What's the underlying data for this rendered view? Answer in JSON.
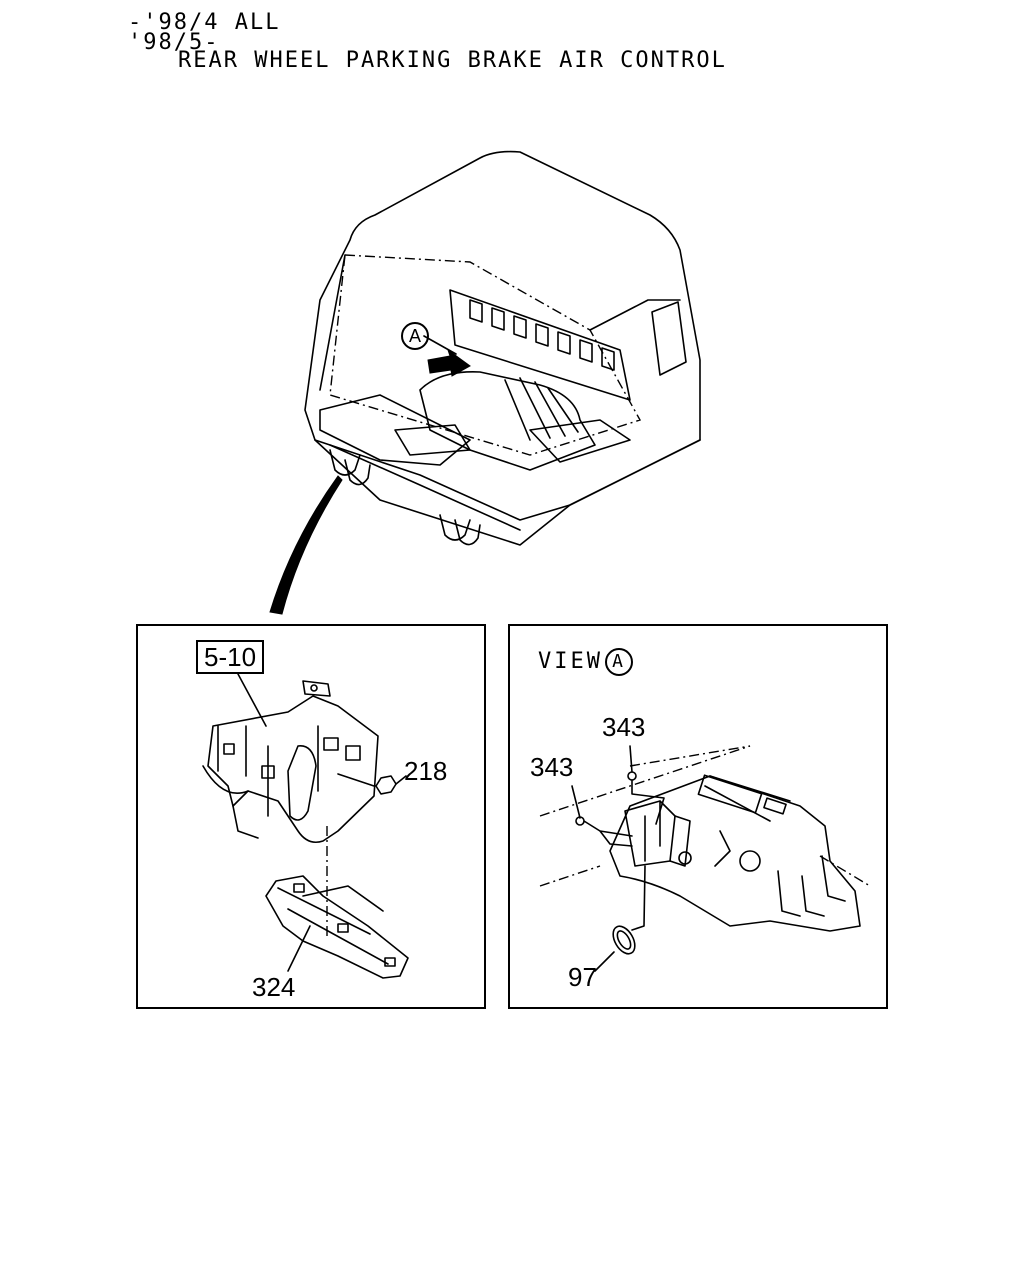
{
  "header": {
    "line1": "-'98/4 ALL",
    "line2": "'98/5-",
    "line3": "REAR WHEEL PARKING BRAKE AIR CONTROL"
  },
  "overview": {
    "view_marker": "A"
  },
  "left_panel": {
    "ref_box": "5-10",
    "parts": [
      {
        "id": "218"
      },
      {
        "id": "324"
      }
    ]
  },
  "right_panel": {
    "view_label": "VIEW",
    "view_marker": "A",
    "parts": [
      {
        "id": "343"
      },
      {
        "id": "343"
      },
      {
        "id": "97"
      }
    ]
  }
}
